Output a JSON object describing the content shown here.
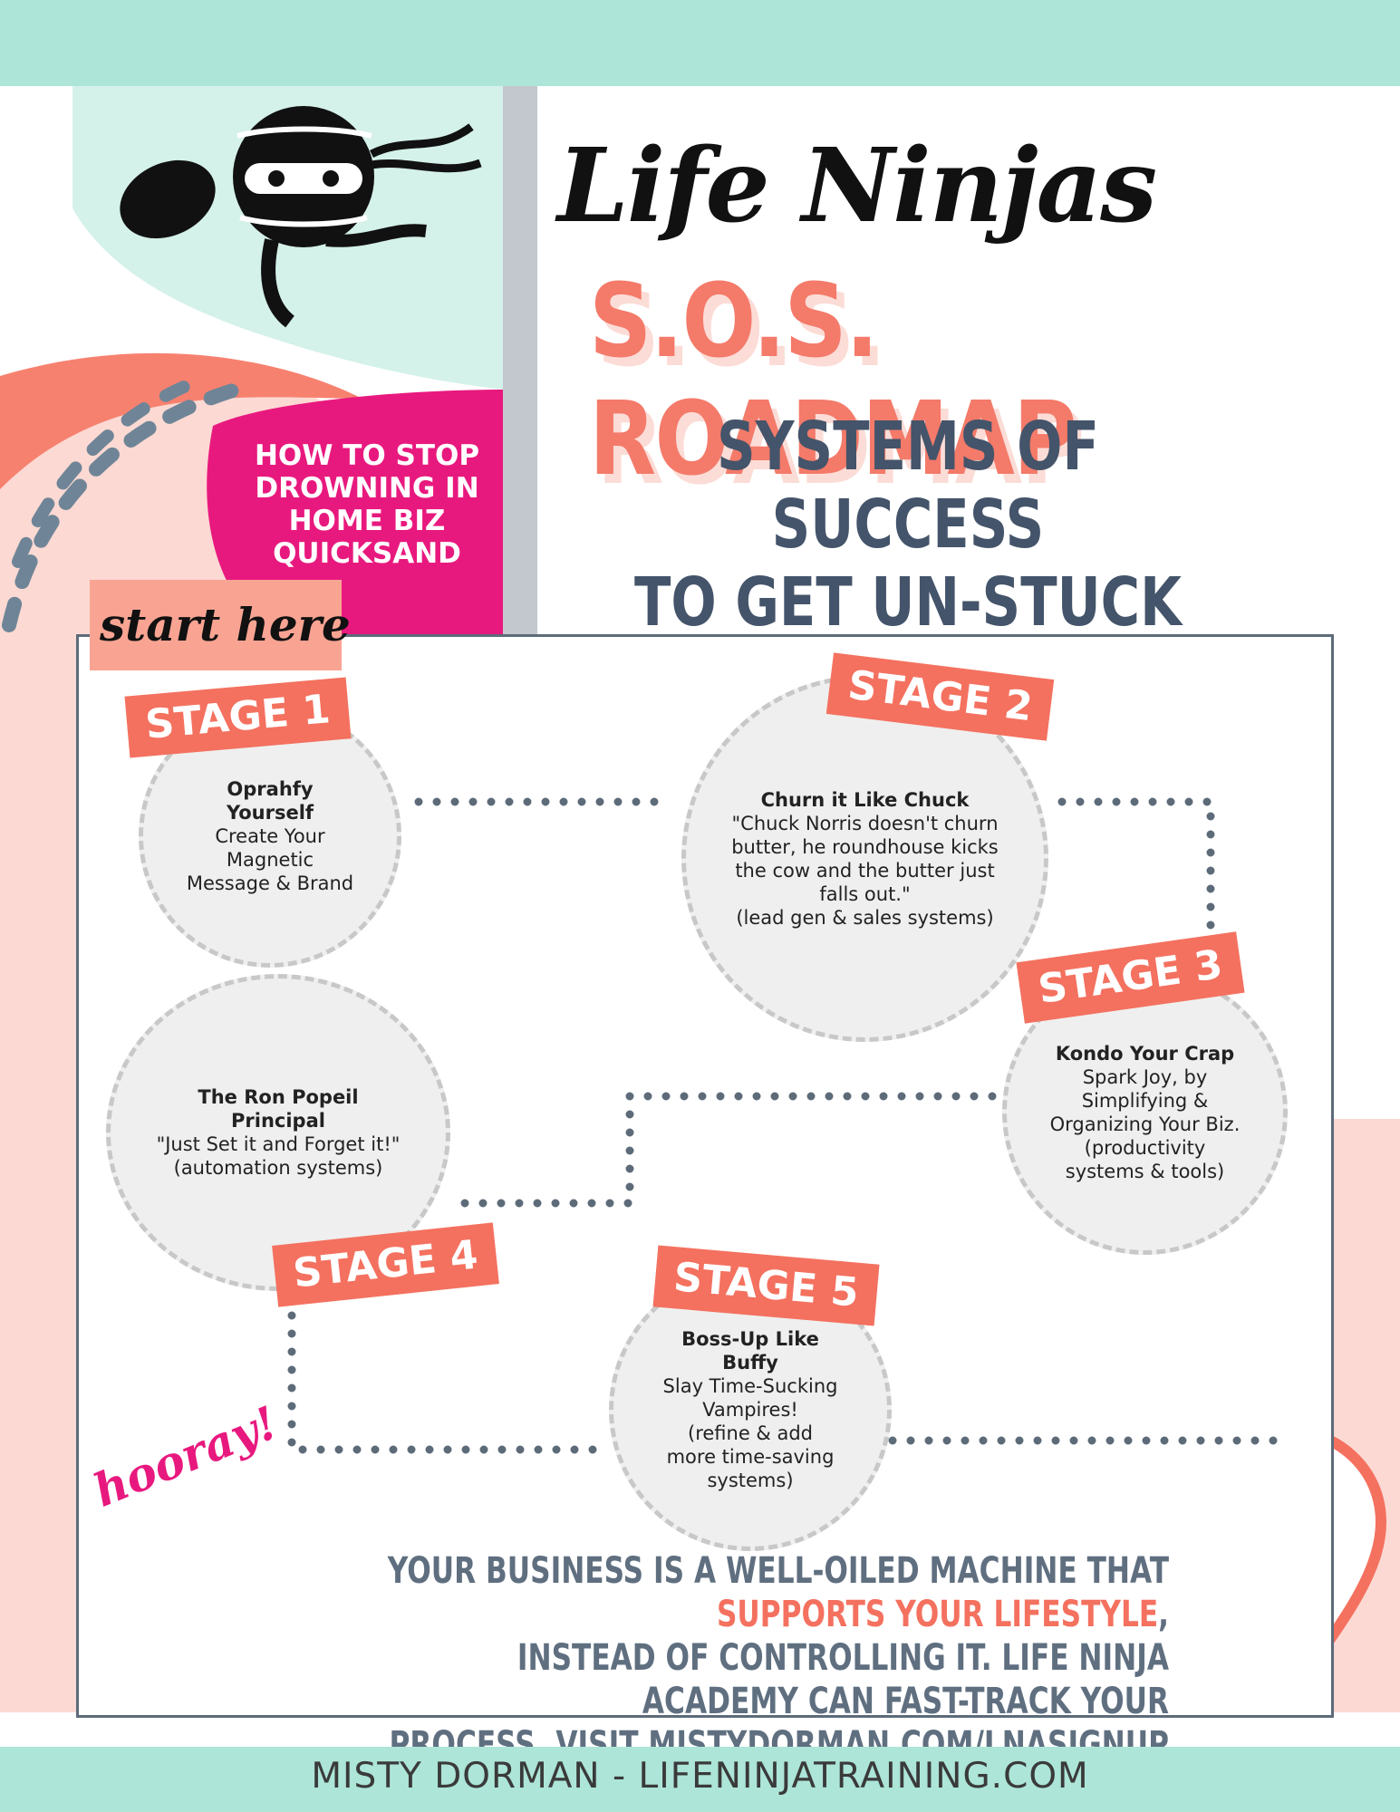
{
  "header": {
    "title_script": "Life Ninjas",
    "title_main": "S.O.S. ROADMAP",
    "subtitle_line1": "SYSTEMS OF SUCCESS",
    "subtitle_line2": "TO GET UN-STUCK"
  },
  "badge": {
    "line1": "HOW TO STOP",
    "line2": "DROWNING IN",
    "line3": "HOME BIZ",
    "line4": "QUICKSAND"
  },
  "start_label": "start here",
  "stages": [
    {
      "label": "STAGE 1",
      "title_line1": "Oprahfy",
      "title_line2": "Yourself",
      "desc_line1": "Create Your",
      "desc_line2": "Magnetic",
      "desc_line3": "Message & Brand"
    },
    {
      "label": "STAGE 2",
      "title_line1": "Churn it Like Chuck",
      "desc_line1": "\"Chuck Norris doesn't churn",
      "desc_line2": "butter, he roundhouse kicks",
      "desc_line3": "the cow and the butter just",
      "desc_line4": "falls out.\"",
      "desc_line5": "(lead gen & sales systems)"
    },
    {
      "label": "STAGE 3",
      "title_line1": "Kondo Your Crap",
      "desc_line1": "Spark Joy, by",
      "desc_line2": "Simplifying &",
      "desc_line3": "Organizing Your Biz.",
      "desc_line4": "(productivity",
      "desc_line5": "systems & tools)"
    },
    {
      "label": "STAGE 4",
      "title_line1": "The Ron Popeil",
      "title_line2": "Principal",
      "desc_line1": "\"Just Set it and Forget it!\"",
      "desc_line2": "(automation systems)"
    },
    {
      "label": "STAGE 5",
      "title_line1": "Boss-Up Like",
      "title_line2": "Buffy",
      "desc_line1": "Slay Time-Sucking",
      "desc_line2": "Vampires!",
      "desc_line3": "(refine & add",
      "desc_line4": "more time-saving",
      "desc_line5": "systems)"
    }
  ],
  "hooray": "hooray!",
  "closing": {
    "part1": "YOUR BUSINESS IS A WELL-OILED MACHINE THAT ",
    "highlight": "SUPPORTS YOUR LIFESTYLE",
    "part2": ",",
    "line2": "INSTEAD OF CONTROLLING IT. LIFE NINJA ACADEMY CAN FAST-TRACK YOUR",
    "line3": "PROCESS. VISIT MISTYDORMAN.COM/LNASIGNUP FOR MORE INFO."
  },
  "footer": "MISTY DORMAN - LIFENINJATRAINING.COM",
  "colors": {
    "mint": "#ade5d8",
    "coral": "#f4715f",
    "pink": "#e8197e",
    "slate": "#44546a",
    "gray": "#c3c8ce"
  }
}
